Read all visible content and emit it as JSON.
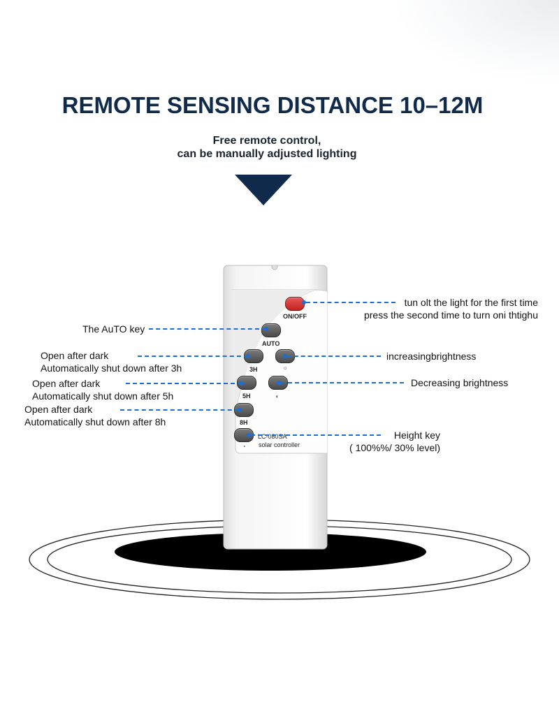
{
  "title": "REMOTE SENSING DISTANCE 10–12M",
  "subtitle": {
    "line1": "Free remote control,",
    "line2": "can be manually adjusted lighting"
  },
  "remote": {
    "keys": {
      "onoff": "ON/OFF",
      "auto": "AUTO",
      "h3": "3H",
      "h5": "5H",
      "h8": "8H"
    },
    "model": "LC-080SA",
    "caption": "solar controller"
  },
  "annotations": {
    "onoff_line1": "tun olt the light for the first time",
    "onoff_line2": "press the second time to turn oni thtighu",
    "auto": "The AuTO key",
    "h3_line1": "Open after dark",
    "h3_line2": "Automatically shut down after 3h",
    "increase": "increasingbrightness",
    "h5_line1": "Open after dark",
    "h5_line2": "Automatically shut down after 5h",
    "decrease": "Decreasing brightness",
    "h8_line1": "Open after dark",
    "h8_line2": "Automatically shut down after 8h",
    "height_line1": "Height key",
    "height_line2": "( 100%%/ 30% level)"
  },
  "colors": {
    "title": "#0f2a4a",
    "arrow": "#0f2a4a",
    "leader": "#1a6fd6",
    "power_key": "#d63333",
    "shadow": "#000000"
  }
}
